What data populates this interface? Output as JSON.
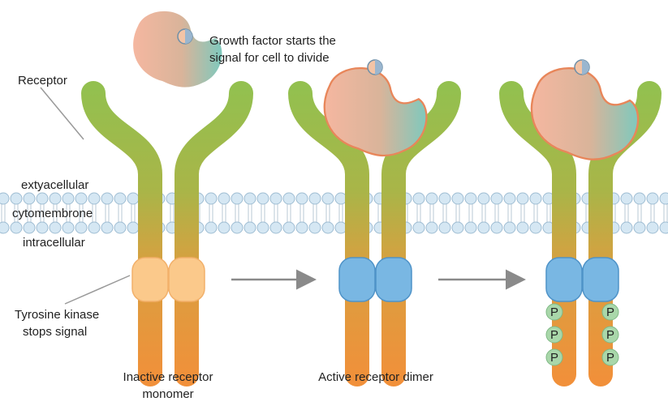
{
  "labels": {
    "growth_factor_line1": "Growth factor starts the",
    "growth_factor_line2": "signal for cell to divide",
    "receptor": "Receptor",
    "extracellular": "extyacellular",
    "membrane": "cytomembrone",
    "intracellular": "intracellular",
    "kinase_line1": "Tyrosine kinase",
    "kinase_line2": "stops signal",
    "stage1_line1": "Inactive receptor",
    "stage1_line2": "monomer",
    "stage2": "Active receptor dimer",
    "phosphate": "P"
  },
  "colors": {
    "receptor_top": "#93c04f",
    "receptor_bottom": "#f1903a",
    "kinase_inactive": "#fbc98b",
    "kinase_active": "#79b7e3",
    "phosphate": "#a9d7aa",
    "membrane_head": "#d5e7f3",
    "arrow": "#8a8a8a"
  }
}
